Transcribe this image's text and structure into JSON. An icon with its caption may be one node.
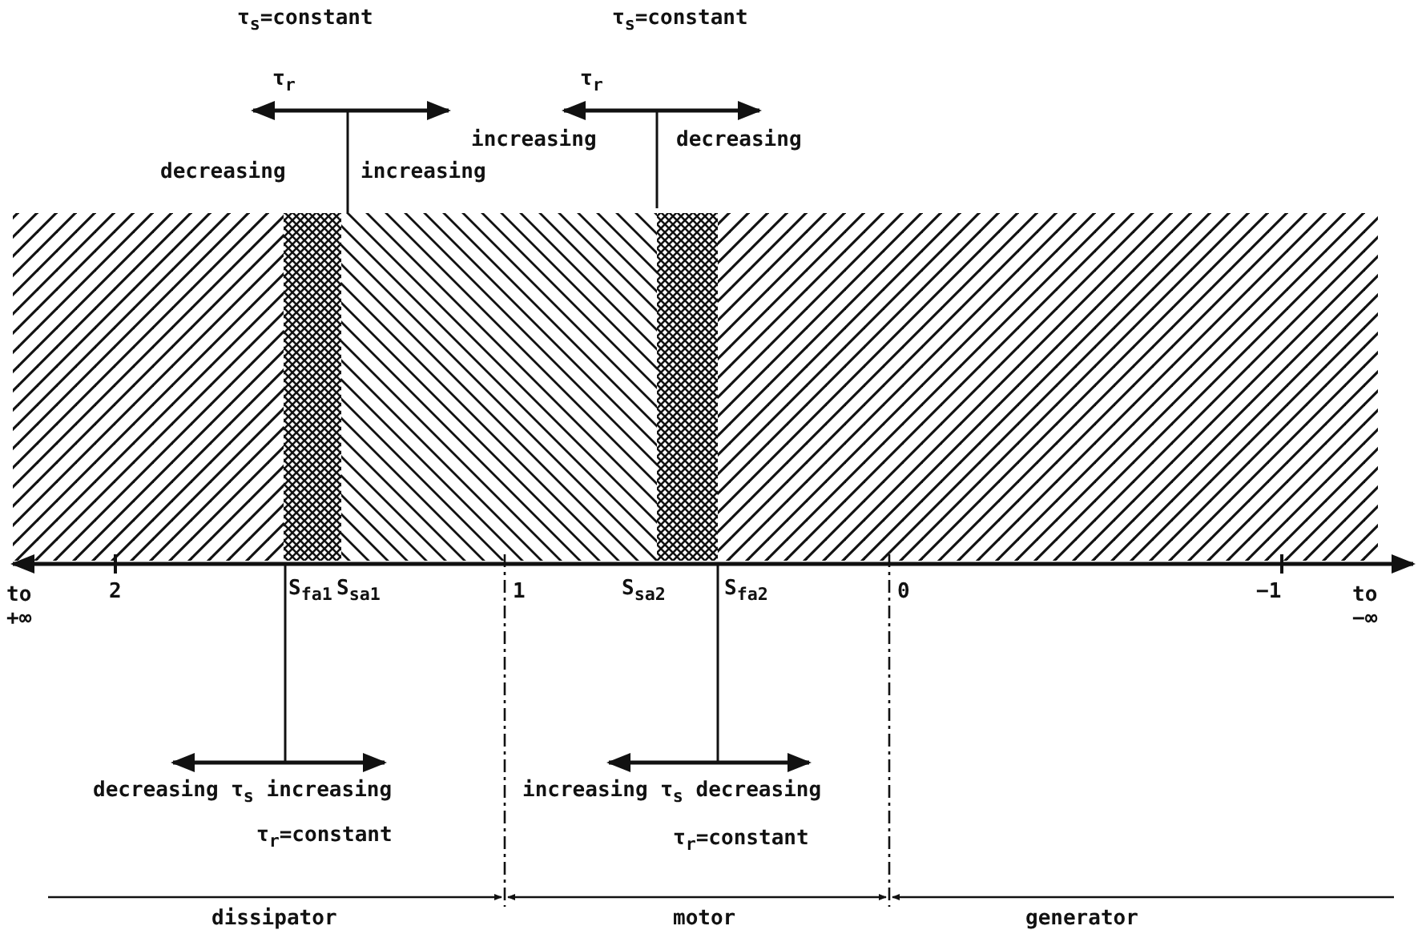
{
  "diagram": {
    "labels": [
      "τ$_{s}$=constant",
      "τ$_{s}$=constant",
      "τ$_{r}$",
      "τ$_{r}$",
      "increasing",
      "decreasing",
      "decreasing",
      "increasing",
      "to +∞",
      "2",
      "S$_{fa1}$",
      "S$_{sa1}$",
      "1",
      "S$_{sa2}$",
      "S$_{fa2}$",
      "0",
      "−1",
      "to −∞",
      "decreasing τ$_{s}$ increasing",
      "increasing τ$_{s}$ decreasing",
      "τ$_{r}$=constant",
      "τ$_{r}$=constant",
      "dissipator",
      "motor",
      "generator"
    ]
  }
}
